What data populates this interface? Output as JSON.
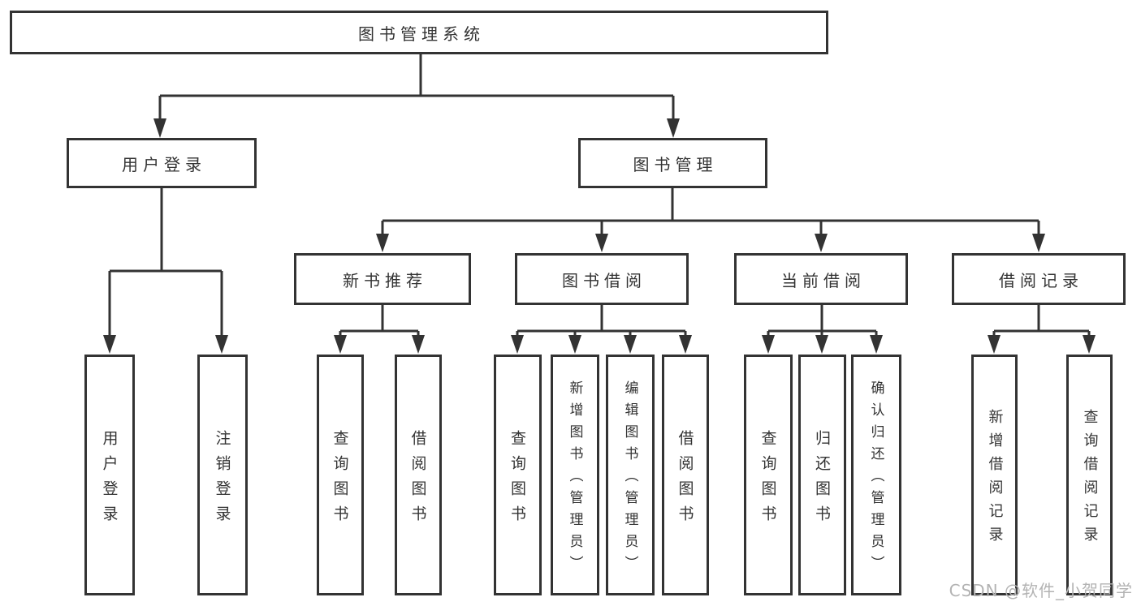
{
  "title": "图书管理系统",
  "nodes": {
    "root": "图书管理系统",
    "level2": [
      "用户登录",
      "图书管理"
    ],
    "level3": [
      "新书推荐",
      "图书借阅",
      "当前借阅",
      "借阅记录"
    ],
    "leaves": [
      "用户登录",
      "注销登录",
      "查询图书",
      "借阅图书",
      "查询图书",
      "新增图书（管理员）",
      "编辑图书（管理员）",
      "借阅图书",
      "查询图书",
      "归还图书",
      "确认归还（管理员）",
      "新增借阅记录",
      "查询借阅记录"
    ]
  },
  "hierarchy": {
    "图书管理系统": [
      "用户登录",
      "图书管理"
    ],
    "用户登录": [
      "用户登录",
      "注销登录"
    ],
    "图书管理": [
      "新书推荐",
      "图书借阅",
      "当前借阅",
      "借阅记录"
    ],
    "新书推荐": [
      "查询图书",
      "借阅图书"
    ],
    "图书借阅": [
      "查询图书",
      "新增图书（管理员）",
      "编辑图书（管理员）",
      "借阅图书"
    ],
    "当前借阅": [
      "查询图书",
      "归还图书",
      "确认归还（管理员）"
    ],
    "借阅记录": [
      "新增借阅记录",
      "查询借阅记录"
    ]
  },
  "watermark": "CSDN @软件_小贺同学",
  "colors": {
    "line": "#333333",
    "text": "#333333",
    "background": "#ffffff",
    "watermark": "#b3b3b3"
  }
}
